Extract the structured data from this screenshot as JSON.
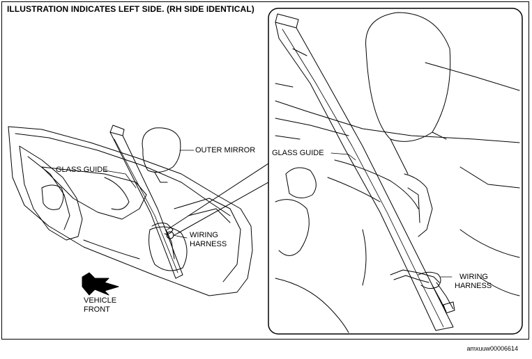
{
  "title": "ILLUSTRATION INDICATES LEFT SIDE. (RH SIDE IDENTICAL)",
  "labels": {
    "outer_mirror": "OUTER MIRROR",
    "glass_guide_left": "GLASS GUIDE",
    "wiring_harness_left_1": "WIRING",
    "wiring_harness_left_2": "HARNESS",
    "vehicle_front_1": "VEHICLE",
    "vehicle_front_2": "FRONT",
    "glass_guide_detail": "GLASS GUIDE",
    "wiring_harness_detail_1": "WIRING",
    "wiring_harness_detail_2": "HARNESS"
  },
  "figure_code": "amxuuw00006614"
}
